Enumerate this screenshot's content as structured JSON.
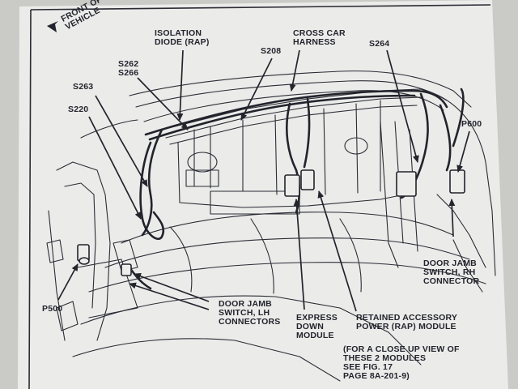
{
  "figure": {
    "paper_color": "#ebebea",
    "ink_color": "#23242c",
    "labels": {
      "front_of_vehicle": "FRONT OF\nVEHICLE",
      "isolation_diode": "ISOLATION\nDIODE (RAP)",
      "cross_car_harness": "CROSS CAR\nHARNESS",
      "s208": "S208",
      "s262_s266": "S262\nS266",
      "s264": "S264",
      "s263": "S263",
      "s220": "S220",
      "p600": "P600",
      "door_jamb_rh": "DOOR JAMB\nSWITCH, RH\nCONNECTOR",
      "p500": "P500",
      "door_jamb_lh": "DOOR JAMB\nSWITCH, LH\nCONNECTORS",
      "express_down": "EXPRESS\nDOWN\nMODULE",
      "rap_module": "RETAINED ACCESSORY\nPOWER (RAP) MODULE",
      "closeup_note": "(FOR A CLOSE UP VIEW OF\nTHESE 2 MODULES\nSEE FIG. 17\nPAGE 8A-201-9)"
    }
  }
}
